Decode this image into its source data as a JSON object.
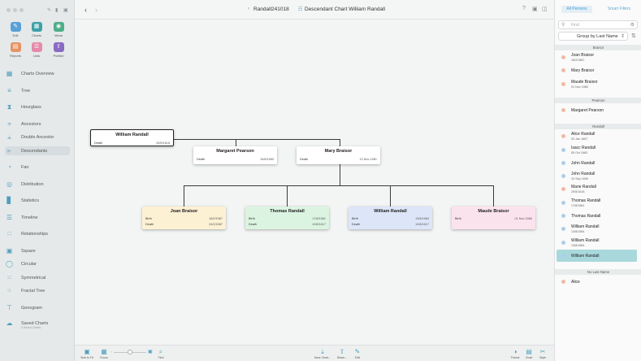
{
  "sidebar": {
    "tools": [
      {
        "label": "Edit",
        "icon": "pencil-icon",
        "color": "#5aa0d6"
      },
      {
        "label": "Charts",
        "icon": "charts-icon",
        "color": "#3ea1a6"
      },
      {
        "label": "Views",
        "icon": "eye-icon",
        "color": "#4dae88"
      },
      {
        "label": "Reports",
        "icon": "reports-icon",
        "color": "#e59466"
      },
      {
        "label": "Lists",
        "icon": "lists-icon",
        "color": "#e58aa8"
      },
      {
        "label": "Publish",
        "icon": "publish-icon",
        "color": "#8a6bc3"
      }
    ],
    "nav": [
      {
        "label": "Charts Overview",
        "icon": "grid-icon"
      },
      {
        "label": "Tree",
        "icon": "tree-icon"
      },
      {
        "label": "Hourglass",
        "icon": "hourglass-icon"
      },
      {
        "label": "Ancestors",
        "icon": "ancestors-icon"
      },
      {
        "label": "Double Ancestor",
        "icon": "double-ancestor-icon"
      },
      {
        "label": "Descendants",
        "icon": "descendants-icon"
      },
      {
        "label": "Fan",
        "icon": "fan-icon"
      },
      {
        "label": "Distribution",
        "icon": "globe-icon"
      },
      {
        "label": "Statistics",
        "icon": "statistics-icon"
      },
      {
        "label": "Timeline",
        "icon": "timeline-icon"
      },
      {
        "label": "Relationships",
        "icon": "relationships-icon"
      },
      {
        "label": "Square",
        "icon": "square-icon"
      },
      {
        "label": "Circular",
        "icon": "circular-icon"
      },
      {
        "label": "Symmetrical",
        "icon": "symmetrical-icon"
      },
      {
        "label": "Fractal Tree",
        "icon": "fractal-icon"
      },
      {
        "label": "Genogram",
        "icon": "genogram-icon"
      },
      {
        "label": "Saved Charts",
        "icon": "saved-charts-icon",
        "sub": "0 Saved Charts"
      }
    ],
    "active": "Descendants"
  },
  "titlebar": {
    "database": "Randall241018",
    "chart_title": "Descendant Chart William Randall"
  },
  "chart": {
    "root": {
      "name": "William Randall",
      "events": [
        {
          "label": "Death",
          "date": "25/5/1618"
        }
      ]
    },
    "spouses": [
      {
        "name": "Margaret Pearson",
        "events": [
          {
            "label": "Death",
            "date": "15/6/1580"
          }
        ]
      },
      {
        "name": "Mary Braisor",
        "events": [
          {
            "label": "Death",
            "date": "10 Nov 1581"
          }
        ]
      }
    ],
    "children": [
      {
        "name": "Joan Braisor",
        "color": "#fdf1d4",
        "events": [
          {
            "label": "Birth",
            "date": "18/2/1587"
          },
          {
            "label": "Death",
            "date": "24/2/1587"
          }
        ]
      },
      {
        "name": "Thomas Randall",
        "color": "#dbf4e1",
        "events": [
          {
            "label": "Birth",
            "date": "17/8/1581"
          },
          {
            "label": "Death",
            "date": "10/8/1617"
          }
        ]
      },
      {
        "name": "William Randall",
        "color": "#dde6f9",
        "events": [
          {
            "label": "Birth",
            "date": "13/8/1584"
          },
          {
            "label": "Death",
            "date": "10/8/1617"
          }
        ]
      },
      {
        "name": "Maude Braisor",
        "color": "#fbe3ee",
        "events": [
          {
            "label": "Birth",
            "date": "01 Nov 1580"
          }
        ]
      }
    ]
  },
  "bottombar": {
    "buttons": [
      {
        "label": "Size to Fit",
        "icon": "size-to-fit-icon"
      },
      {
        "label": "Focus",
        "icon": "focus-icon"
      },
      {
        "label": "Find",
        "icon": "find-icon"
      },
      {
        "label": "Save Chart...",
        "icon": "save-chart-icon"
      },
      {
        "label": "Share...",
        "icon": "share-icon"
      },
      {
        "label": "Edit",
        "icon": "edit-icon"
      },
      {
        "label": "Theme",
        "icon": "theme-icon"
      },
      {
        "label": "Chart",
        "icon": "chart-icon"
      },
      {
        "label": "Style",
        "icon": "style-icon"
      }
    ],
    "zoom": 0.5
  },
  "rightpanel": {
    "tabs": [
      "All Persons",
      "Smart Filters"
    ],
    "active_tab": "All Persons",
    "search_placeholder": "Find",
    "group_by": "Group by Last Name",
    "groups": [
      {
        "name": "Braisor",
        "persons": [
          {
            "name": "Joan Braisor",
            "date": "18/2/1587",
            "gender": "female"
          },
          {
            "name": "Mary Braisor",
            "date": "",
            "gender": "female"
          },
          {
            "name": "Maude Braisor",
            "date": "01 Nov 1580",
            "gender": "female"
          }
        ]
      },
      {
        "name": "Pearson",
        "persons": [
          {
            "name": "Margaret Pearson",
            "date": "",
            "gender": "female"
          }
        ]
      },
      {
        "name": "Randall",
        "persons": [
          {
            "name": "Alice Randall",
            "date": "03 Jan 1687",
            "gender": "female"
          },
          {
            "name": "Isacc Randall",
            "date": "05 Oct 1683",
            "gender": "male"
          },
          {
            "name": "John Randall",
            "date": "",
            "gender": "male"
          },
          {
            "name": "John Randall",
            "date": "10 Sep 1690",
            "gender": "male"
          },
          {
            "name": "Marie Randall",
            "date": "29/5/1618",
            "gender": "female"
          },
          {
            "name": "Thomas Randall",
            "date": "17/8/1581",
            "gender": "male"
          },
          {
            "name": "Thomas Randall",
            "date": "",
            "gender": "male"
          },
          {
            "name": "William Randall",
            "date": "13/8/1584",
            "gender": "male"
          },
          {
            "name": "William Randall",
            "date": "13/8/1584",
            "gender": "male"
          },
          {
            "name": "William Randall",
            "date": "",
            "gender": "male",
            "selected": true
          }
        ]
      },
      {
        "name": "No Last Name",
        "persons": [
          {
            "name": "Alice",
            "date": "",
            "gender": "female"
          }
        ]
      }
    ],
    "colors": {
      "female": "#f3b9a1",
      "male": "#a9cfec",
      "accent": "#3d9fd5"
    }
  }
}
